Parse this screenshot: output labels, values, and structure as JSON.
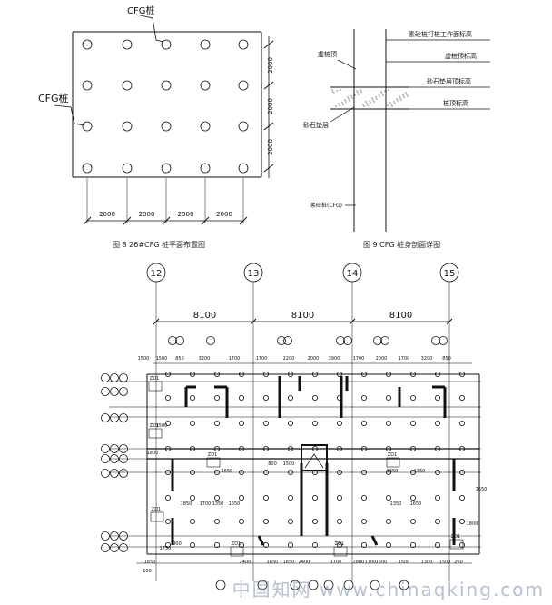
{
  "fig8": {
    "caption": "图 8    26#CFG 桩平面布置图",
    "label_top": "CFG桩",
    "label_left": "CFG桩",
    "dim_right": [
      "2000",
      "2000",
      "2000"
    ],
    "dim_bottom": [
      "2000",
      "2000",
      "2000",
      "2000"
    ]
  },
  "fig9": {
    "caption": "图 9    CFG 桩身剖面详图",
    "labels": {
      "work_level": "素砼桩打桩工作面标高",
      "virtual_top": "虚桩顶",
      "virtual_top_level": "虚桩顶标高",
      "gravel_top_level": "砂石垫层顶标高",
      "pile_top_level": "桩顶标高",
      "gravel_layer": "砂石垫层",
      "pile_name": "素砼桩(CFG)"
    }
  },
  "plan": {
    "axes": [
      "12",
      "13",
      "14",
      "15"
    ],
    "bays": [
      "8100",
      "8100",
      "8100"
    ],
    "dims_top": [
      "1500",
      "1500",
      "850",
      "3200",
      "1700",
      "1700",
      "2200",
      "2000",
      "3900",
      "1700",
      "2000",
      "1700",
      "3200",
      "850"
    ],
    "dims_mid": [
      "1800",
      "1500",
      "800",
      "1500",
      "1850",
      "1350",
      "1650",
      "1350",
      "1650",
      "1650",
      "1350",
      "1350",
      "1650",
      "1700",
      "1800"
    ],
    "dims_bottom": [
      "1850",
      "1750",
      "900",
      "2400",
      "1650",
      "1650",
      "2400",
      "1700",
      "2800",
      "1700",
      "1500",
      "1500",
      "1300",
      "1500",
      "200",
      "100"
    ],
    "zd_labels": [
      "ZD1",
      "ZD1",
      "ZD1",
      "ZD1",
      "ZD1",
      "ZD1",
      "ZD1",
      "ZD1"
    ]
  },
  "watermark": "中国知网 www.chinaqking.com"
}
